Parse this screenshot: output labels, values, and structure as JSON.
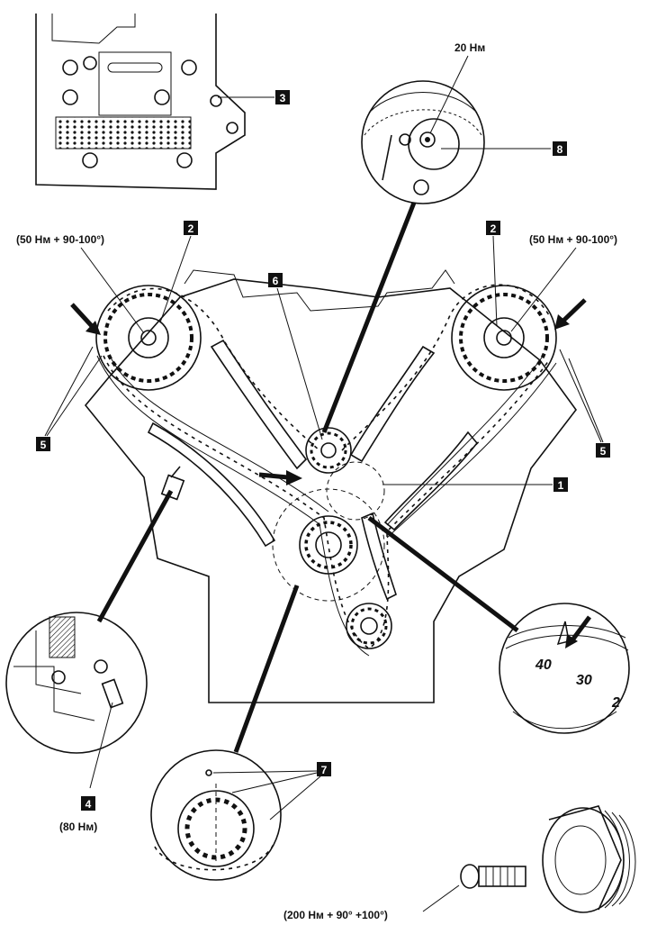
{
  "torques": {
    "cam_left": "(50 Нм + 90-100°)",
    "cam_right": "(50 Нм + 90-100°)",
    "cam_center_bolt": "20 Нм",
    "tensioner_plug": "(80 Нм)",
    "crank_bolt": "(200 Нм + 90° +100°)"
  },
  "callouts": {
    "c1": "1",
    "c2_left": "2",
    "c2_right": "2",
    "c3": "3",
    "c4": "4",
    "c5_left": "5",
    "c5_right": "5",
    "c6": "6",
    "c7": "7",
    "c8": "8"
  },
  "scale_marks": {
    "m40": "40",
    "m30": "30",
    "m2": "2"
  }
}
